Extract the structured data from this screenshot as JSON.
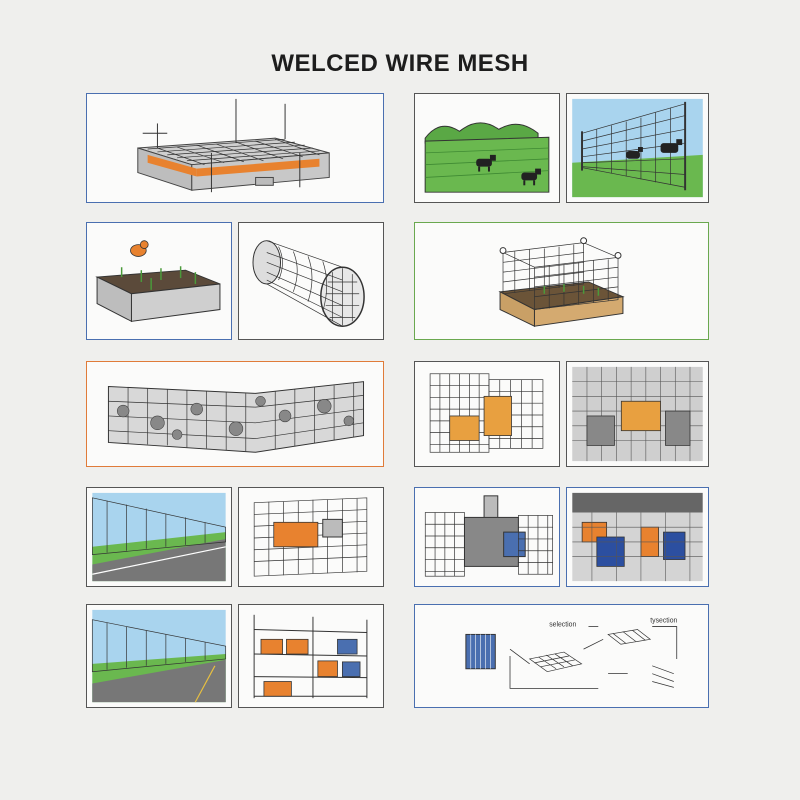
{
  "title": "WELCED WIRE MESH",
  "colors": {
    "background": "#efefed",
    "border_blue": "#4a6fb0",
    "border_green": "#6aa84f",
    "border_orange": "#e07b39",
    "border_gray": "#555555",
    "accent_orange": "#e8822f",
    "mesh": "#444444"
  },
  "panels": [
    {
      "name": "concrete-slab-reinforcement",
      "icon": "slab-mesh-icon"
    },
    {
      "name": "pasture-field",
      "icon": "field-animals-icon"
    },
    {
      "name": "livestock-fence",
      "icon": "animal-fence-icon"
    },
    {
      "name": "raised-garden-bed-bird",
      "icon": "garden-bed-icon"
    },
    {
      "name": "mesh-tube-roll",
      "icon": "mesh-roll-icon"
    },
    {
      "name": "garden-bed-cage",
      "icon": "garden-cage-icon"
    },
    {
      "name": "gabion-retaining-wall",
      "icon": "gabion-icon"
    },
    {
      "name": "storage-cage",
      "icon": "storage-cage-icon"
    },
    {
      "name": "warehouse-partition",
      "icon": "warehouse-icon"
    },
    {
      "name": "highway-sound-barrier",
      "icon": "highway-fence-icon"
    },
    {
      "name": "mesh-wall-panel",
      "icon": "wall-panel-icon"
    },
    {
      "name": "machine-guard",
      "icon": "machine-guard-icon"
    },
    {
      "name": "factory-enclosure",
      "icon": "factory-icon"
    },
    {
      "name": "highway-fence-2",
      "icon": "highway-fence-icon"
    },
    {
      "name": "shelving-rack",
      "icon": "shelving-icon"
    },
    {
      "name": "production-process",
      "icon": "process-diagram-icon"
    }
  ],
  "process_labels": {
    "selection": "selection",
    "tysection": "tysection"
  }
}
